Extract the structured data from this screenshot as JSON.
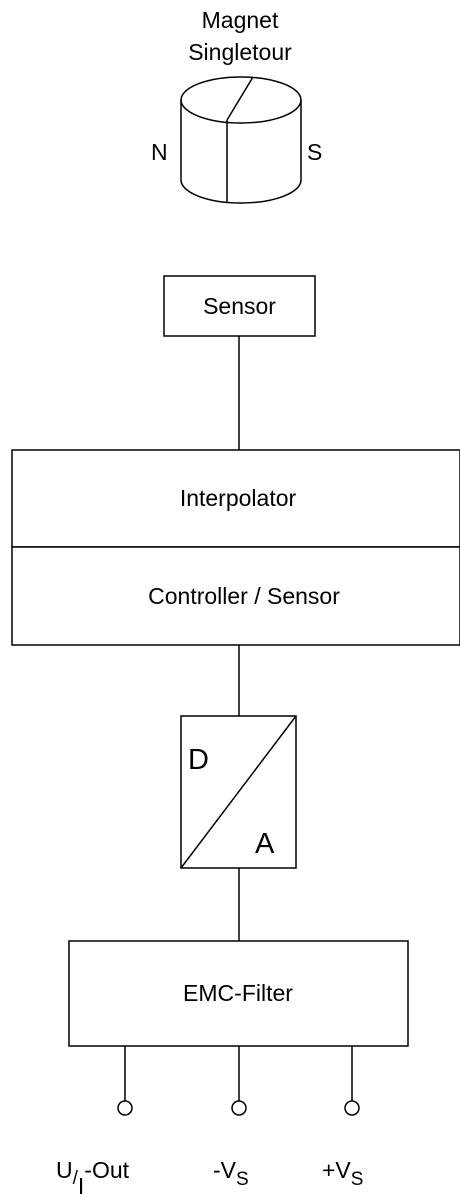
{
  "magnet": {
    "title_line1": "Magnet",
    "title_line2": "Singletour",
    "north": "N",
    "south": "S"
  },
  "blocks": {
    "sensor": "Sensor",
    "interpolator": "Interpolator",
    "controller": "Controller / Sensor",
    "dac_digital": "D",
    "dac_analog": "A",
    "emc_filter": "EMC-Filter"
  },
  "terminals": {
    "output": {
      "main": "U",
      "sub": "/",
      "main2": "I",
      "suffix": "-Out"
    },
    "neg_supply": {
      "prefix": "-V",
      "sub": "S"
    },
    "pos_supply": {
      "prefix": "+V",
      "sub": "S"
    }
  }
}
